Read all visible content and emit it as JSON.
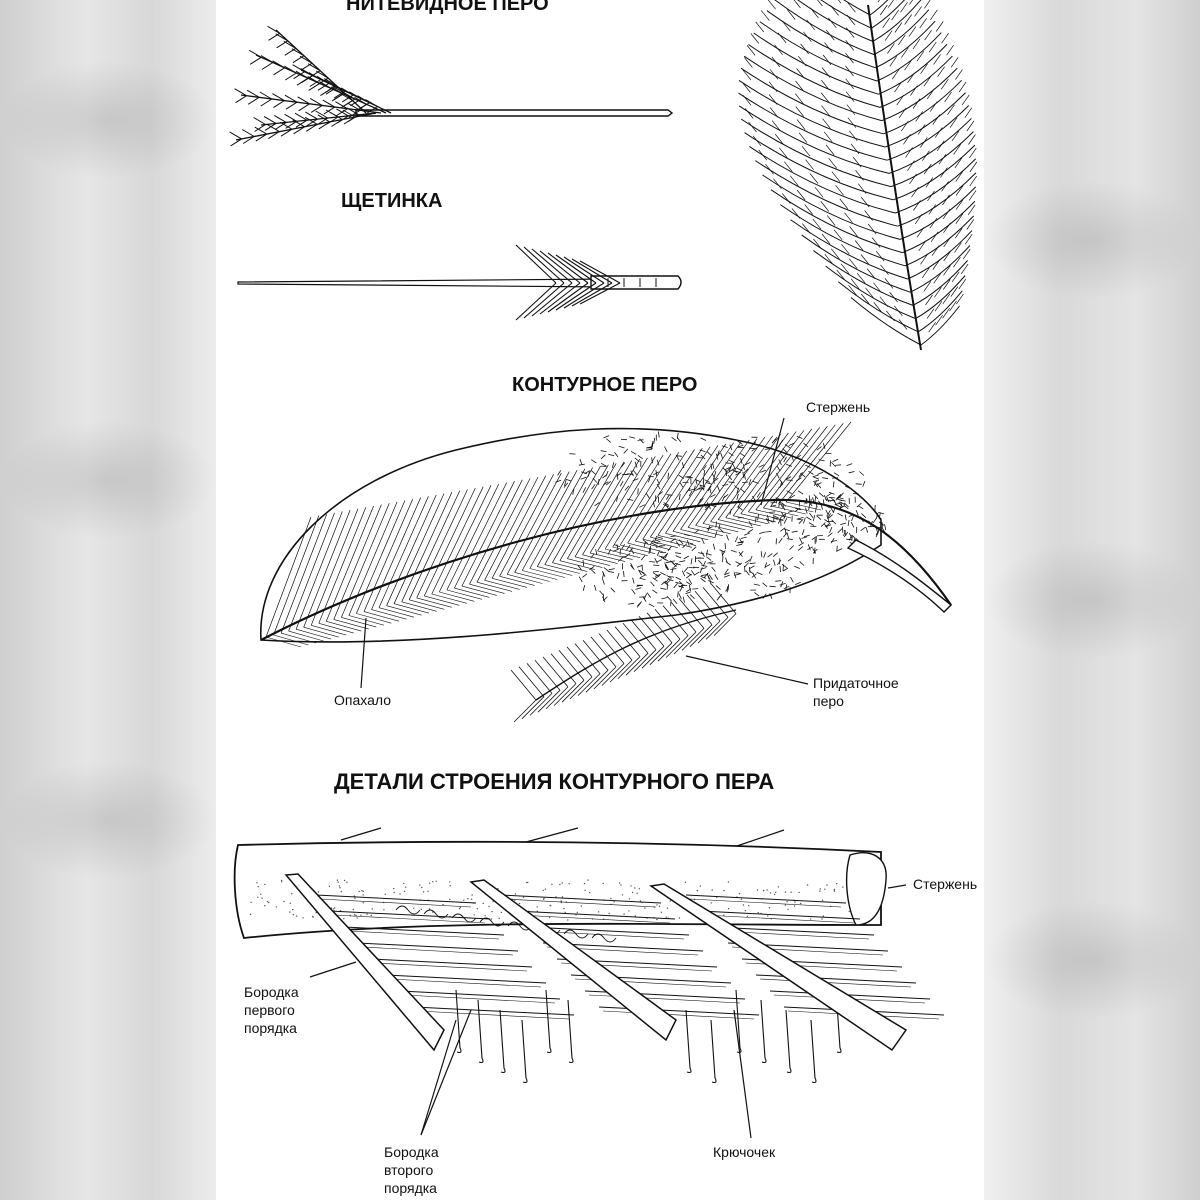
{
  "sections": {
    "filoplume_title": "НИТЕВИДНОЕ ПЕРО",
    "bristle_title": "ЩЕТИНКА",
    "contour_title": "КОНТУРНОЕ ПЕРО",
    "details_title": "ДЕТАЛИ  СТРОЕНИЯ КОНТУРНОГО ПЕРА"
  },
  "contour_labels": {
    "shaft": "Стержень",
    "vane": "Опахало",
    "afterfeather_line1": "Придаточное",
    "afterfeather_line2": "перо"
  },
  "detail_labels": {
    "shaft": "Стержень",
    "barb_line1": "Бородка",
    "barb_line2": "первого",
    "barb_line3": "порядка",
    "barbule_line1": "Бородка",
    "barbule_line2": "второго",
    "barbule_line3": "порядка",
    "hook": "Крючочек"
  },
  "colors": {
    "ink": "#111111",
    "paper": "#ffffff",
    "backdrop": "#dcdcdc"
  }
}
